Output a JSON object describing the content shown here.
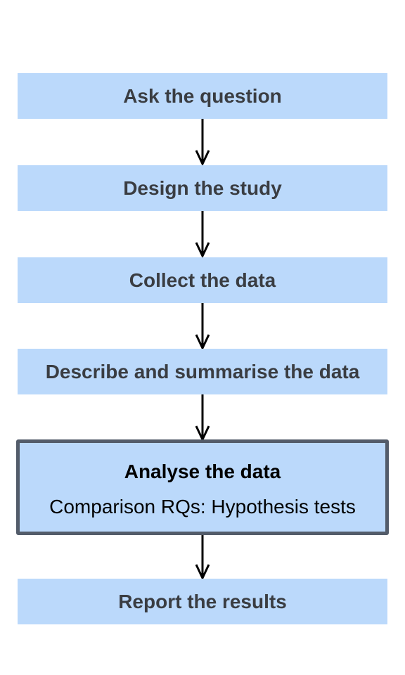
{
  "flowchart": {
    "steps": [
      {
        "title": "Ask the question"
      },
      {
        "title": "Design the study"
      },
      {
        "title": "Collect the data"
      },
      {
        "title": "Describe and summarise the data"
      },
      {
        "title": "Analyse the data",
        "subtitle": "Comparison RQs: Hypothesis tests",
        "highlighted": true
      },
      {
        "title": "Report the results"
      }
    ]
  },
  "colors": {
    "box_fill": "#bbd9fb",
    "highlight_border": "#535c6a",
    "text": "#3a3d42",
    "arrow": "#000000"
  }
}
